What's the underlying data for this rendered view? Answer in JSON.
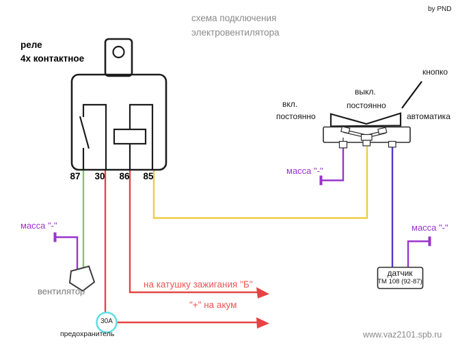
{
  "title": {
    "line1": "схема подключения",
    "line2": "электровентилятора"
  },
  "credit": "by PND",
  "website": "www.vaz2101.spb.ru",
  "relay": {
    "label_line1": "реле",
    "label_line2": "4х контактное",
    "pins": [
      "87",
      "30",
      "86",
      "85"
    ]
  },
  "switch": {
    "left_mode_line1": "вкл.",
    "left_mode_line2": "постоянно",
    "center_mode_line1": "выкл.",
    "center_mode_line2": "постоянно",
    "button_label": "кнопко",
    "right_mode": "автоматика"
  },
  "labels": {
    "ground_fan": "масса \"-\"",
    "ground_switch": "масса \"-\"",
    "ground_sensor": "масса \"-\"",
    "fan": "вентилятор",
    "to_ignition_coil": "на катушку зажигания \"Б\"",
    "to_battery": "\"+\" на акум",
    "fuse": "предохранитель"
  },
  "fuse": {
    "rating": "30А"
  },
  "sensor": {
    "name": "датчик",
    "model": "ТМ 108 (92-87)"
  },
  "colors": {
    "wire_green": "#7fca6f",
    "wire_red": "#e64444",
    "wire_yellow": "#f0cc44",
    "wire_purple": "#9933cc",
    "wire_blue": "#5336d2",
    "fuse_ring": "#5ee0e6",
    "text_red": "#ed5555",
    "text_purple": "#9933cc",
    "text_gray": "#8a8a8a",
    "outline": "#1c1c1c"
  }
}
